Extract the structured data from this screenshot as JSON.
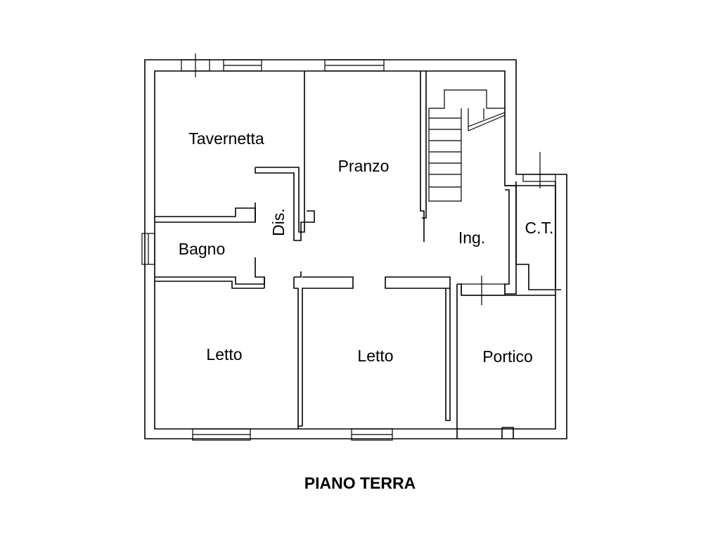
{
  "plan": {
    "title": "PIANO TERRA",
    "rooms": {
      "tavernetta": "Tavernetta",
      "pranzo": "Pranzo",
      "dis": "Dis.",
      "bagno": "Bagno",
      "ingresso": "Ing.",
      "ct": "C.T.",
      "letto_1": "Letto",
      "letto_2": "Letto",
      "portico": "Portico"
    }
  }
}
